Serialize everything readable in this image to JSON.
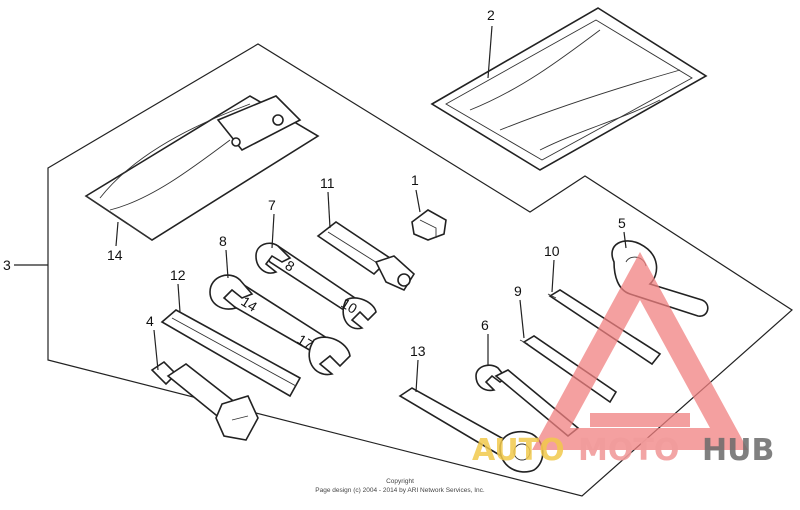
{
  "callouts": [
    "1",
    "2",
    "3",
    "4",
    "5",
    "6",
    "7",
    "8",
    "9",
    "10",
    "11",
    "12",
    "13",
    "14"
  ],
  "wrench_marks": {
    "w7_small": "8",
    "w7_large": "10",
    "w8_small": "14",
    "w8_large": "17"
  },
  "copyright": {
    "line1": "Copyright",
    "line2": "Page design (c) 2004 - 2014 by ARI Network Services, Inc."
  },
  "watermark": {
    "part1": "AUTO",
    "part2": "MOTO",
    "part3": "HUB",
    "colors": {
      "triangle": "#f08080",
      "auto": "#f2c94c",
      "moto": "#f19c9c",
      "hub": "#6b6b6b"
    }
  }
}
